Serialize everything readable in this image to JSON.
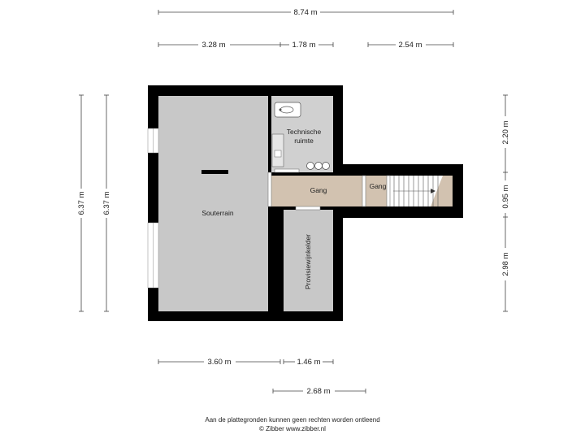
{
  "dimensions": {
    "top_total": "8.74 m",
    "top_left": "3.28 m",
    "top_mid": "1.78 m",
    "top_right": "2.54 m",
    "left_outer": "6.37 m",
    "left_inner": "6.37 m",
    "right_top": "2.20 m",
    "right_mid": "0.95 m",
    "right_bottom": "2.98 m",
    "bottom_left": "3.60 m",
    "bottom_mid": "1.46 m",
    "bottom_wide": "2.68 m"
  },
  "rooms": {
    "souterrain": "Souterrain",
    "technische_line1": "Technische",
    "technische_line2": "ruimte",
    "gang_main": "Gang",
    "gang_small": "Gang",
    "provisiewijnkelder": "Provisiewijnkelder"
  },
  "footer": {
    "line1": "Aan de plattegronden kunnen geen rechten worden ontleend",
    "line2": "© Zibber www.zibber.nl"
  },
  "colors": {
    "wall": "#000000",
    "floor_grey": "#c8c8c8",
    "gang_floor": "#d2c2b0",
    "dim_line": "#444444"
  }
}
